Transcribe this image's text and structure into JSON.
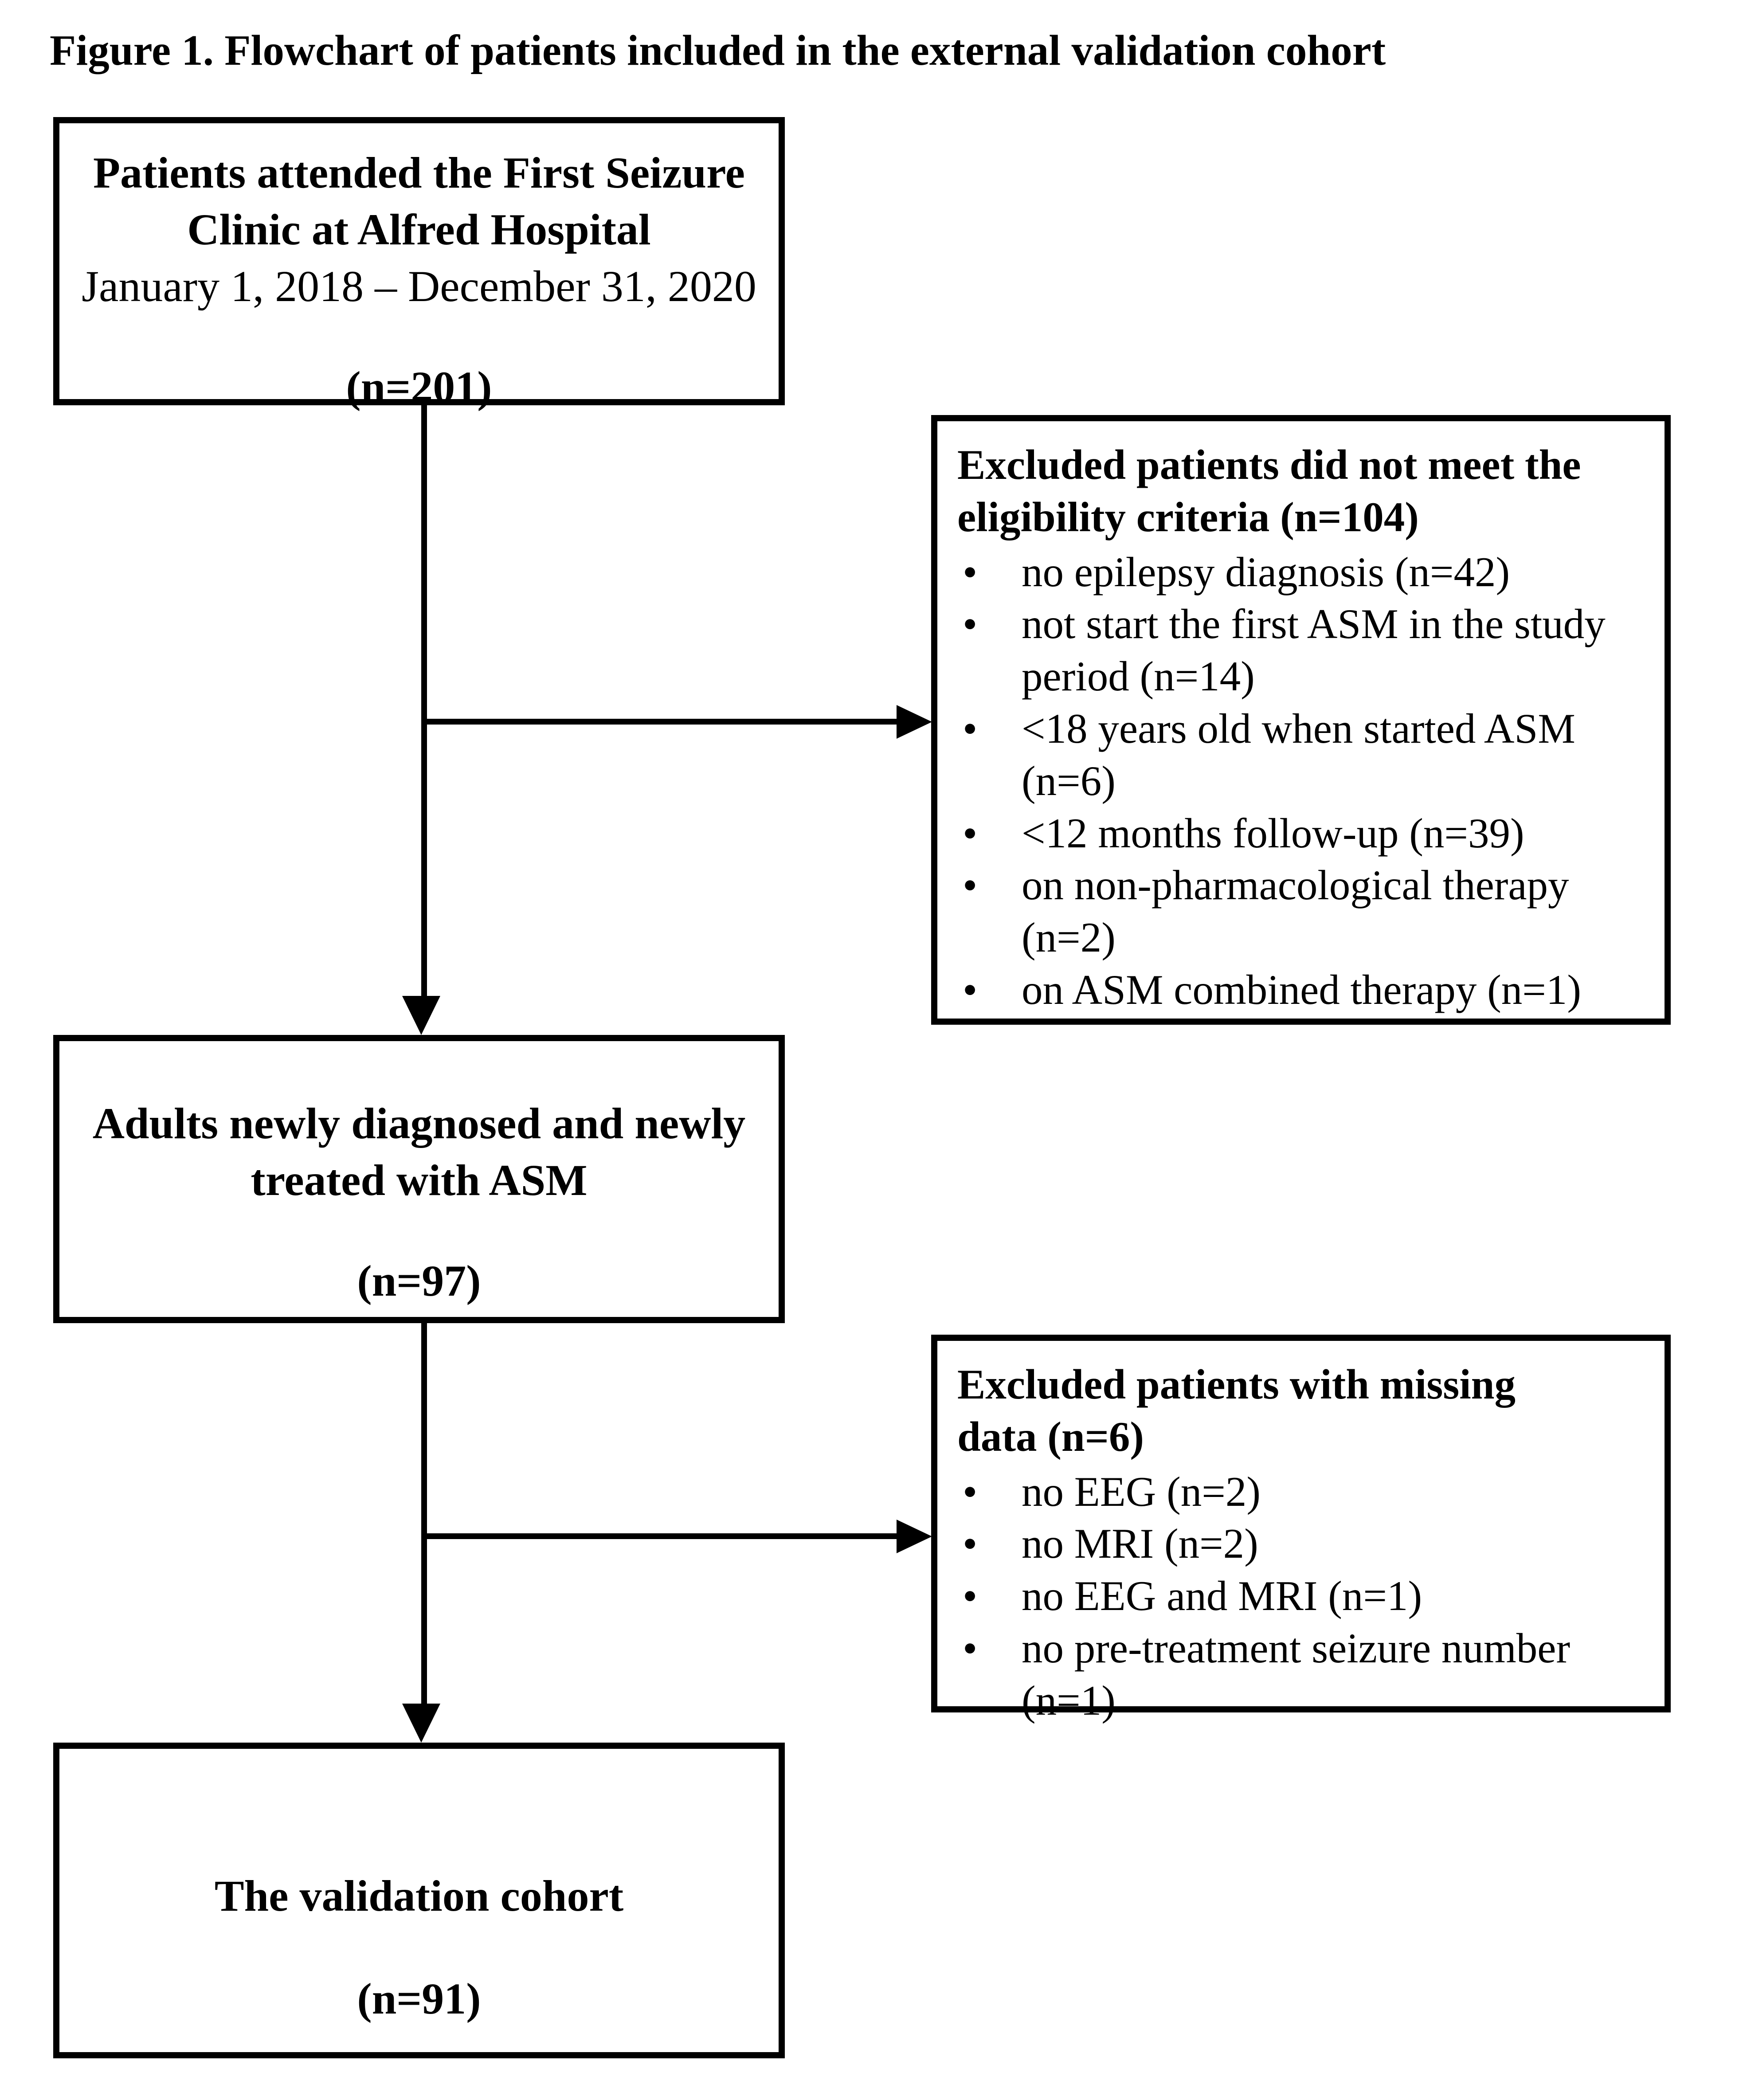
{
  "figure": {
    "title": "Figure 1. Flowchart of patients included in the external validation cohort"
  },
  "colors": {
    "ink": "#000000",
    "background": "#ffffff"
  },
  "icons": {
    "bullet_glyph": "•",
    "arrow_style": "solid black arrow"
  },
  "boxes": {
    "top": {
      "title_lines": [
        "Patients attended the First Seizure",
        "Clinic at Alfred Hospital"
      ],
      "subtitle": "January 1, 2018 – December 31, 2020",
      "count": "(n=201)"
    },
    "eligibility_exclusion": {
      "header_lines": [
        "Excluded patients did not meet the",
        "eligibility criteria (n=104)"
      ],
      "bullet_glyph": "•",
      "bullets": [
        {
          "lines": [
            "no epilepsy diagnosis (n=42)"
          ]
        },
        {
          "lines": [
            "not start the first ASM in the study",
            "period (n=14)"
          ]
        },
        {
          "lines": [
            "<18 years old when started ASM",
            "(n=6)"
          ]
        },
        {
          "lines": [
            "<12 months follow-up (n=39)"
          ]
        },
        {
          "lines": [
            "on non-pharmacological therapy",
            "(n=2)"
          ]
        },
        {
          "lines": [
            "on ASM combined therapy (n=1)"
          ]
        }
      ]
    },
    "cohort": {
      "title_lines": [
        "Adults newly diagnosed and newly",
        "treated with ASM"
      ],
      "count": "(n=97)"
    },
    "missing_data_exclusion": {
      "header_lines": [
        "Excluded patients with missing",
        "data (n=6)"
      ],
      "bullet_glyph": "•",
      "bullets": [
        {
          "lines": [
            "no EEG (n=2)"
          ]
        },
        {
          "lines": [
            "no MRI (n=2)"
          ]
        },
        {
          "lines": [
            "no EEG and MRI (n=1)"
          ]
        },
        {
          "lines": [
            "no pre-treatment seizure number",
            "(n=1)"
          ]
        }
      ]
    },
    "validation": {
      "title_lines": [
        "The validation cohort"
      ],
      "count": "(n=91)"
    }
  }
}
